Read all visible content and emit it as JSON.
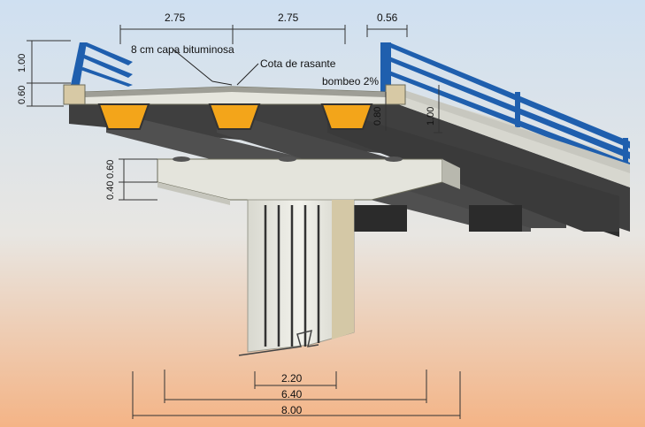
{
  "dimensions": {
    "top_left_lane": "2.75",
    "top_right_lane": "2.75",
    "top_sidewalk": "0.56",
    "left_railing_height": "1.00",
    "left_deck_height": "0.60",
    "girder_depth": "0.80",
    "right_depth": "1.00",
    "cap_upper": "0.60",
    "cap_lower": "0.40",
    "pier_width": "2.20",
    "cap_width": "6.40",
    "deck_width": "8.00"
  },
  "annotations": {
    "asphalt_layer": "8 cm capa bituminosa",
    "grade_level": "Cota de rasante",
    "crown_slope": "bombeo 2%"
  },
  "colors": {
    "sky_top": "#cfe0f1",
    "sky_bottom": "#f4b486",
    "railing_blue": "#1f5fae",
    "girder_orange": "#f3a51a",
    "concrete_light": "#e6e6de",
    "concrete_dark": "#4a4a4a"
  }
}
